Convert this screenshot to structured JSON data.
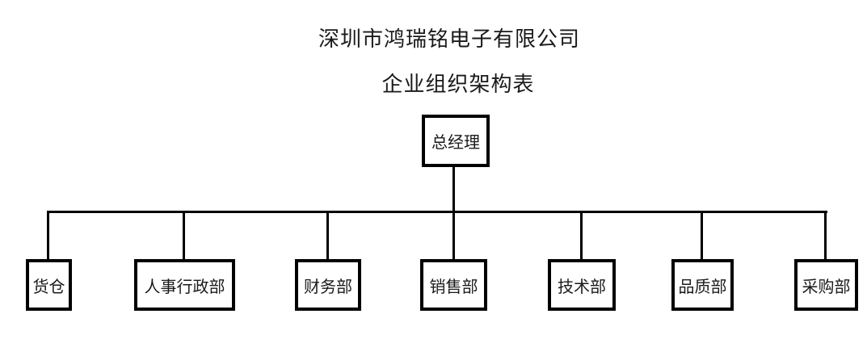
{
  "title": {
    "company": "深圳市鸿瑞铭电子有限公司",
    "subtitle": "企业组织架构表"
  },
  "chart": {
    "type": "org-chart",
    "root": {
      "label": "总经理"
    },
    "departments": [
      {
        "label": "货仓"
      },
      {
        "label": "人事行政部"
      },
      {
        "label": "财务部"
      },
      {
        "label": "销售部"
      },
      {
        "label": "技术部"
      },
      {
        "label": "品质部"
      },
      {
        "label": "采购部"
      }
    ]
  },
  "colors": {
    "line": "#000000",
    "box_border": "#000000",
    "background": "#ffffff",
    "text": "#1a1a1a"
  }
}
